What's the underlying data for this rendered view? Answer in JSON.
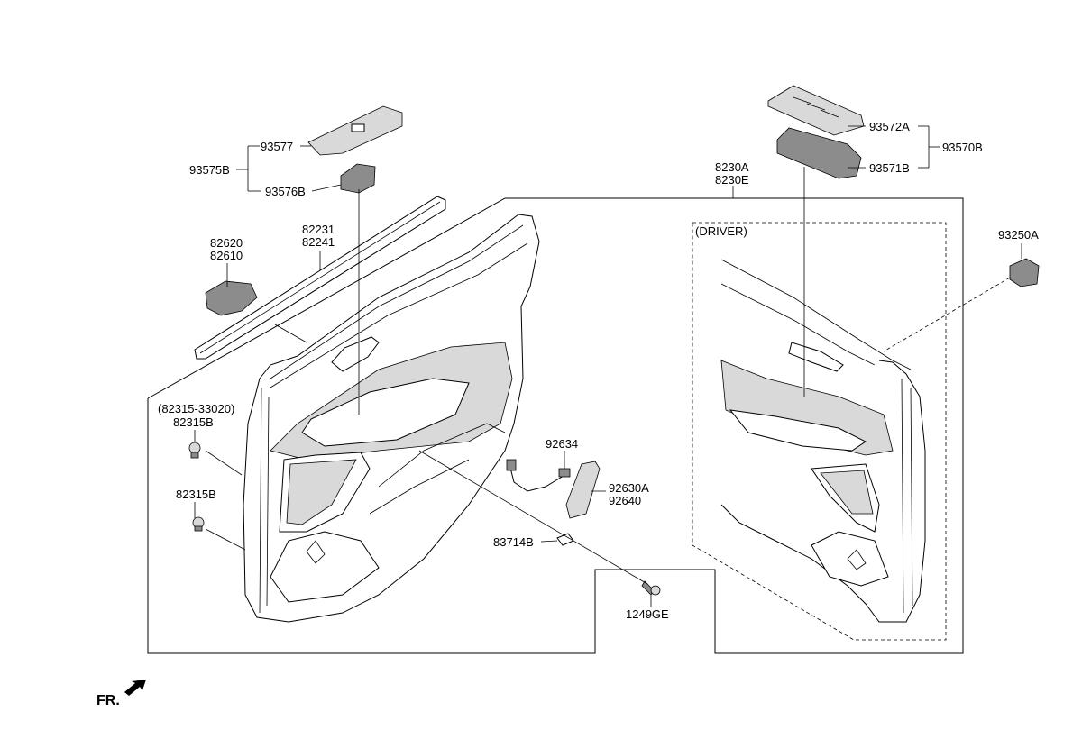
{
  "labels": {
    "p93577": "93577",
    "p93575B": "93575B",
    "p93576B": "93576B",
    "p82231": "82231",
    "p82241": "82241",
    "p82620": "82620",
    "p82610": "82610",
    "p82315_ref": "(82315-33020)",
    "p82315B_a": "82315B",
    "p82315B_b": "82315B",
    "p92634": "92634",
    "p92630A": "92630A",
    "p92640": "92640",
    "p83714B": "83714B",
    "p1249GE": "1249GE",
    "p8230A": "8230A",
    "p8230E": "8230E",
    "p93572A": "93572A",
    "p93571B": "93571B",
    "p93570B": "93570B",
    "p93250A": "93250A",
    "driver": "(DRIVER)",
    "fr": "FR."
  },
  "icons": [
    "front-direction-arrow-icon"
  ]
}
